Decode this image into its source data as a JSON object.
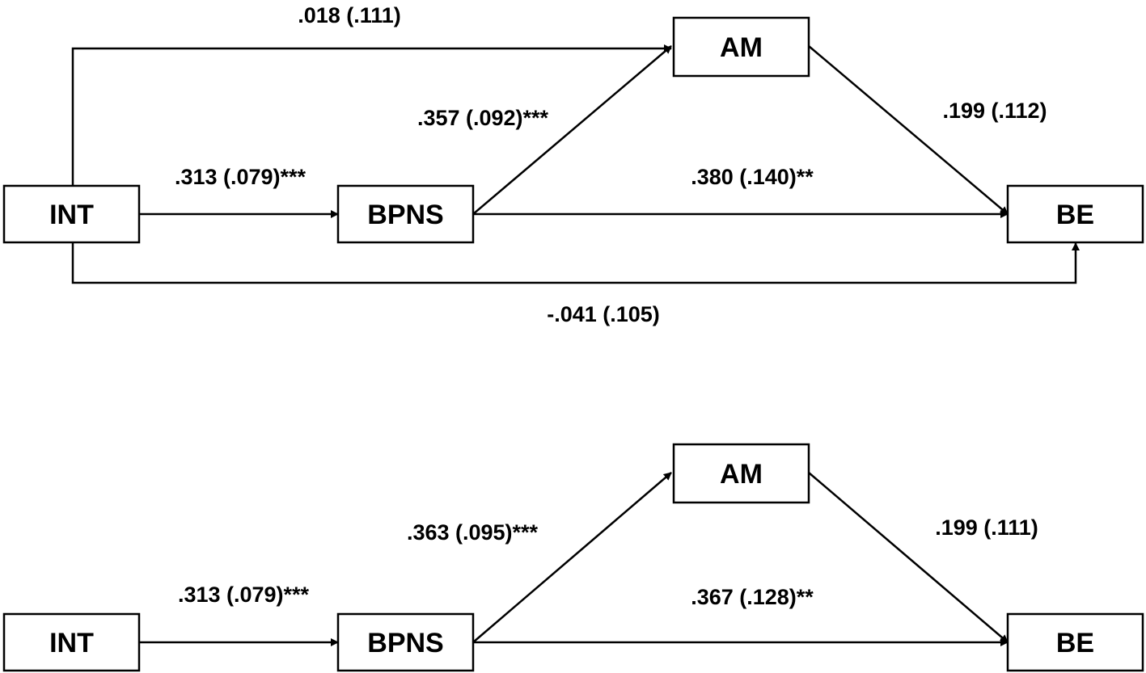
{
  "models": [
    {
      "nodes": {
        "int": "INT",
        "bpns": "BPNS",
        "am": "AM",
        "be": "BE"
      },
      "paths": {
        "int_am": ".018 (.111)",
        "int_bpns": ".313 (.079)***",
        "bpns_am": ".357 (.092)***",
        "bpns_be": ".380 (.140)**",
        "am_be": ".199 (.112)",
        "int_be": "-.041 (.105)"
      }
    },
    {
      "nodes": {
        "int": "INT",
        "bpns": "BPNS",
        "am": "AM",
        "be": "BE"
      },
      "paths": {
        "int_bpns": ".313 (.079)***",
        "bpns_am": ".363 (.095)***",
        "bpns_be": ".367 (.128)**",
        "am_be": ".199 (.111)"
      }
    }
  ]
}
